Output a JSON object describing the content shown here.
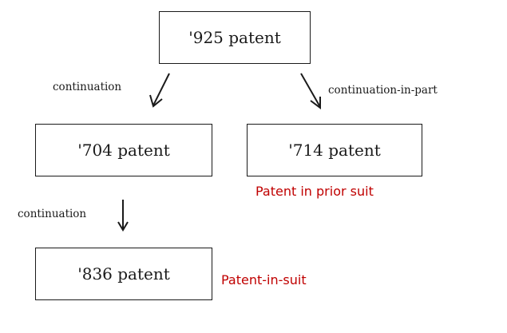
{
  "colors": {
    "line": "#1a1a1a",
    "annotation": "#c00000"
  },
  "nodes": {
    "p925": "'925 patent",
    "p704": "'704 patent",
    "p714": "'714 patent",
    "p836": "'836 patent"
  },
  "edges": {
    "p925_to_p704": "continuation",
    "p925_to_p714": "continuation-in-part",
    "p704_to_p836": "continuation"
  },
  "annotations": {
    "p714": "Patent in prior suit",
    "p836": "Patent-in-suit"
  }
}
